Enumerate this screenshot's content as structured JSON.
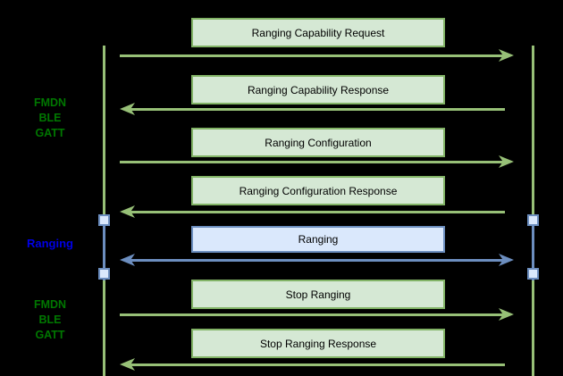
{
  "diagram": {
    "type": "sequence-diagram",
    "side_labels": [
      {
        "position": "top",
        "lines": [
          "FMDN",
          "BLE",
          "GATT"
        ],
        "color": "#007700"
      },
      {
        "position": "middle",
        "lines": [
          "Ranging"
        ],
        "color": "#0000e6"
      },
      {
        "position": "bottom",
        "lines": [
          "FMDN",
          "BLE",
          "GATT"
        ],
        "color": "#007700"
      }
    ],
    "messages": [
      {
        "label": "Ranging Capability Request",
        "direction": "right",
        "style": "green"
      },
      {
        "label": "Ranging Capability Response",
        "direction": "left",
        "style": "green"
      },
      {
        "label": "Ranging Configuration",
        "direction": "right",
        "style": "green"
      },
      {
        "label": "Ranging Configuration Response",
        "direction": "left",
        "style": "green"
      },
      {
        "label": "Ranging",
        "direction": "both",
        "style": "blue"
      },
      {
        "label": "Stop Ranging",
        "direction": "right",
        "style": "green"
      },
      {
        "label": "Stop Ranging Response",
        "direction": "left",
        "style": "green"
      }
    ],
    "lifelines": {
      "count": 2,
      "ranging_activation_markers": 4
    },
    "colors": {
      "background": "#000000",
      "green_fill": "#d5e8d4",
      "green_stroke": "#82b366",
      "line_green": "#97c077",
      "blue_fill": "#dae8fc",
      "blue_stroke": "#6c8ebf",
      "line_blue": "#6c8ebf",
      "text_dark_green": "#007700",
      "text_blue": "#0000e6",
      "text_box": "#000000"
    }
  }
}
